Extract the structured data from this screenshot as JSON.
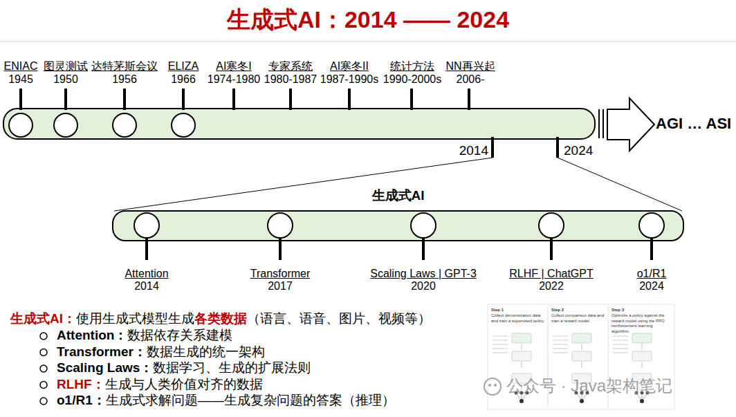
{
  "diagram": {
    "title": "生成式AI：2014 —— 2024",
    "nodes": [
      {
        "text": [
          "生成式AI"
        ]
      }
    ],
    "labels": [
      "ENIAC",
      "1945",
      "图灵测试",
      "1950",
      "达特茅斯会议",
      "1956",
      "ELIZA",
      "1966",
      "AI寒冬I",
      "1974-1980",
      "专家系统",
      "1980-1987",
      "AI寒冬II",
      "1987-1990s",
      "统计方法",
      "1990-2000s",
      "NN再兴起",
      "2006-",
      "AGI … ASI",
      "2014",
      "2024",
      "Attention",
      "2014",
      "Transformer",
      "2017",
      "Scaling Laws | GPT-3",
      "2020",
      "RLHF | ChatGPT",
      "2022",
      "o1/R1",
      "2024",
      "生成式AI：",
      "使用生成式模型生成",
      "各类数据",
      "（语言、语音、图片、视频等）",
      "Attention：",
      "数据依存关系建模",
      "Transformer：",
      "数据生成的统一架构",
      "Scaling Laws：",
      "数据学习、生成的扩展法则",
      "RLHF：",
      "生成与人类价值对齐的数据",
      "o1/R1：",
      "生成式求解问题——生成复杂问题的答案（推理）",
      "Step 1",
      "Collect demonstration data and train a supervised policy.",
      "Step 2",
      "Collect comparison data and train a reward model.",
      "Step 3",
      "Optimize a policy against the reward model using the PPO reinforcement learning algorithm.",
      "公众号 · Java架构笔记"
    ]
  }
}
